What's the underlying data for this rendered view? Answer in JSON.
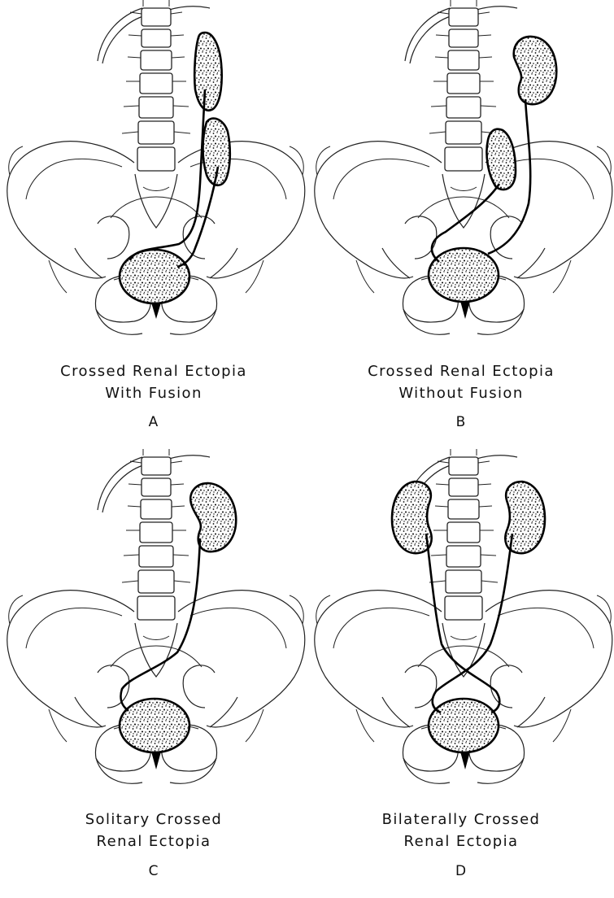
{
  "colors": {
    "ink": "#111111",
    "stipple": "#000000",
    "background": "#ffffff"
  },
  "panels": [
    {
      "id": "A",
      "caption_line1": "Crossed Renal Ectopia",
      "caption_line2": "With Fusion",
      "letter": "A"
    },
    {
      "id": "B",
      "caption_line1": "Crossed Renal Ectopia",
      "caption_line2": "Without Fusion",
      "letter": "B"
    },
    {
      "id": "C",
      "caption_line1": "Solitary Crossed",
      "caption_line2": "Renal Ectopia",
      "letter": "C"
    },
    {
      "id": "D",
      "caption_line1": "Bilaterally Crossed",
      "caption_line2": "Renal Ectopia",
      "letter": "D"
    }
  ]
}
